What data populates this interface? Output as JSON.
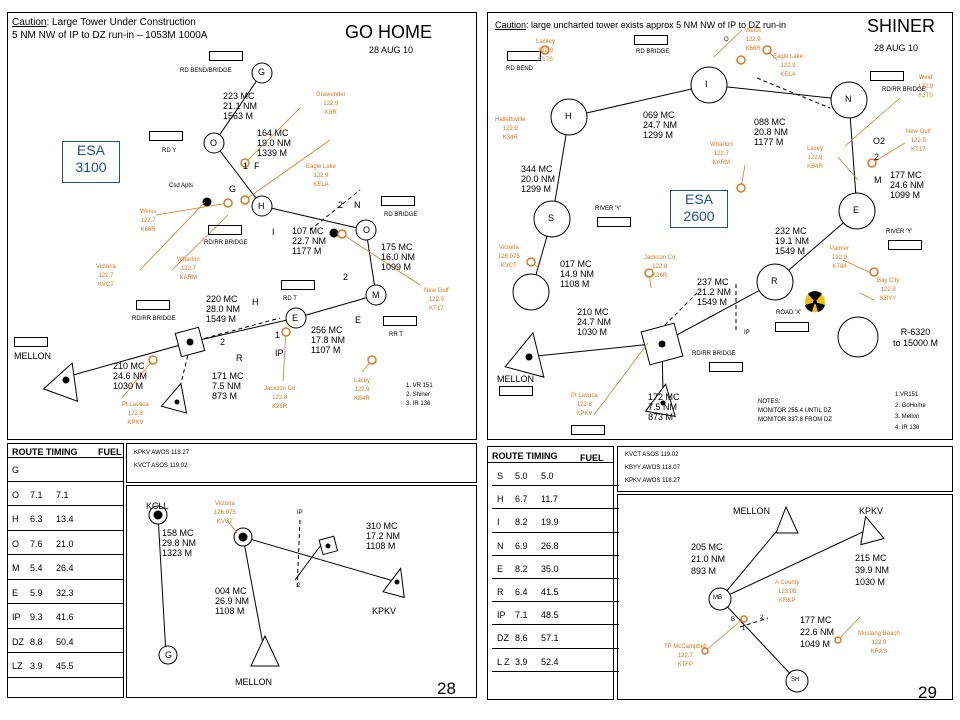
{
  "left": {
    "caution": "Caution",
    "caution_text": ": Large Tower Under Construction",
    "caution_line2": "5 NM NW of IP to DZ run-in – 1053M 1000A",
    "title": "GO HOME",
    "date": "28 AUG 10",
    "esa_label": "ESA",
    "esa_value": "3100",
    "legs": [
      {
        "lines": [
          "223 MC",
          "21.1 NM",
          "1563 M"
        ]
      },
      {
        "lines": [
          "164 MC",
          "19.0 NM",
          "1339 M"
        ]
      },
      {
        "lines": [
          "107 MC",
          "22.7 NM",
          "1177 M"
        ]
      },
      {
        "lines": [
          "175 MC",
          "16.0 NM",
          "1099 M"
        ]
      },
      {
        "lines": [
          "220 MC",
          "28.0 NM",
          "1549 M"
        ]
      },
      {
        "lines": [
          "256 MC",
          "17.8 NM",
          "1107 M"
        ]
      },
      {
        "lines": [
          "210 MC",
          "24.6 NM",
          "1030 M"
        ]
      },
      {
        "lines": [
          "171 MC",
          "7.5 NM",
          "873 M"
        ]
      }
    ],
    "waypoints": {
      "G": "G",
      "O1": "O",
      "H": "H",
      "O2": "O",
      "M": "M",
      "E": "E",
      "R": "R",
      "IP": "IP",
      "N": "N",
      "I": "I",
      "F": "F",
      "two_a": "2",
      "two_b": "2",
      "two_c": "2",
      "one_a": "1",
      "one_b": "1"
    },
    "features": {
      "rd_bend_bridge": "RD BEND/BRIDGE",
      "rd_y": "RD Y",
      "csd_apts": "Csd Apts",
      "rd_bridge": "RD BRIDGE",
      "rd_rr_bridge": "RD/RR BRIDGE",
      "rd_t": "RD T",
      "rd_rr_bridge2": "RD/RR BRIDGE",
      "rr_t": "RR T",
      "mellon": "MELLON"
    },
    "freqs": [
      {
        "name": "Grawunder",
        "freq": "122.9",
        "id": "K6R"
      },
      {
        "name": "Eagle Lake",
        "freq": "122.9",
        "id": "KELA"
      },
      {
        "name": "Weiss",
        "freq": "122.7",
        "id": "K66R"
      },
      {
        "name": "Wharton",
        "freq": "122.7",
        "id": "KARM"
      },
      {
        "name": "Victoria",
        "freq": "122.7",
        "id": "KVCT"
      },
      {
        "name": "New Gulf",
        "freq": "122.9",
        "id": "KT17"
      },
      {
        "name": "Jackson Co",
        "freq": "122.8",
        "id": "K26R"
      },
      {
        "name": "Lacey",
        "freq": "122.9",
        "id": "KB4R"
      },
      {
        "name": "Pt Lavaca",
        "freq": "122.8",
        "id": "KPKV"
      }
    ],
    "routes_note": [
      "1. VR 151",
      "2. Shiner",
      "3. IR 136"
    ],
    "timing_hdr": "ROUTE TIMING",
    "fuel_hdr": "FUEL",
    "timing": [
      {
        "pt": "G",
        "t": "",
        "f": ""
      },
      {
        "pt": "O",
        "t": "7.1",
        "f": "7.1"
      },
      {
        "pt": "H",
        "t": "6.3",
        "f": "13.4"
      },
      {
        "pt": "O",
        "t": "7.6",
        "f": "21.0"
      },
      {
        "pt": "M",
        "t": "5.4",
        "f": "26.4"
      },
      {
        "pt": "E",
        "t": "5.9",
        "f": "32.3"
      },
      {
        "pt": "IP",
        "t": "9.3",
        "f": "41.6"
      },
      {
        "pt": "DZ",
        "t": "8.8",
        "f": "50.4"
      },
      {
        "pt": "LZ",
        "t": "3.9",
        "f": "45.5"
      }
    ],
    "awos": [
      "KPKV AWOS 118.27",
      "KVCT ASOS 119.02"
    ],
    "inset": {
      "kcll": "KCLL",
      "vic": "Victoria",
      "vic_freq": "126.075",
      "vic_id": "KVCT",
      "leg1": [
        "158 MC",
        "29.8 NM",
        "1323 M"
      ],
      "leg2": [
        "004 MC",
        "26.9 NM",
        "1108 M"
      ],
      "leg3": [
        "310 MC",
        "17.2 NM",
        "1108 M"
      ],
      "g": "G",
      "ip": "IP",
      "two": "2",
      "kpkv": "KPKV",
      "mellon": "MELLON"
    },
    "page": "28"
  },
  "right": {
    "caution": "Caution",
    "caution_text": ": large uncharted tower exists approx 5 NM NW of IP to DZ run-in",
    "title": "SHINER",
    "date": "28 AUG 10",
    "esa_label": "ESA",
    "esa_value": "2600",
    "legs": [
      {
        "lines": [
          "069 MC",
          "24.7 NM",
          "1299 M"
        ]
      },
      {
        "lines": [
          "088 MC",
          "20.8 NM",
          "1177 M"
        ]
      },
      {
        "lines": [
          "344 MC",
          "20.0 NM",
          "1299 M"
        ]
      },
      {
        "lines": [
          "177 MC",
          "24.6 NM",
          "1099 M"
        ]
      },
      {
        "lines": [
          "232 MC",
          "19.1 NM",
          "1549 M"
        ]
      },
      {
        "lines": [
          "017 MC",
          "14.9 NM",
          "1108 M"
        ]
      },
      {
        "lines": [
          "237 MC",
          "21.2 NM",
          "1549 M"
        ]
      },
      {
        "lines": [
          "210 MC",
          "24.7 NM",
          "1030 M"
        ]
      },
      {
        "lines": [
          "172 MC",
          "7.5 NM",
          "873 M"
        ]
      }
    ],
    "waypoints": {
      "I": "I",
      "N": "N",
      "H": "H",
      "S": "S",
      "E": "E",
      "R": "R",
      "O2": "O2",
      "two": "2",
      "M": "M",
      "O": "O",
      "IP": "IP"
    },
    "features": {
      "rd_bend": "RD BEND",
      "rd_bridge": "RD BRIDGE",
      "rd_rr_bridge": "RD/RR BRIDGE",
      "river_y": "RIVER 'Y'",
      "river_y2": "RIVER 'Y'",
      "road_x": "ROAD 'X'",
      "rd_rr_bridge2": "RD/RR BRIDGE",
      "mellon": "MELLON"
    },
    "freqs": [
      {
        "name": "Lackey",
        "freq": "122.9",
        "id": "K17S"
      },
      {
        "name": "Weiss",
        "freq": "122.9",
        "id": "K66R"
      },
      {
        "name": "Eagle Lake",
        "freq": "122.9",
        "id": "KELA"
      },
      {
        "name": "Weid",
        "freq": "122.9",
        "id": "K3T0"
      },
      {
        "name": "New Gulf",
        "freq": "122.9",
        "id": "KT17"
      },
      {
        "name": "Hallettsville",
        "freq": "122.9",
        "id": "K34R"
      },
      {
        "name": "Wharton",
        "freq": "122.7",
        "id": "KARM"
      },
      {
        "name": "Lacey",
        "freq": "122.9",
        "id": "KB4R"
      },
      {
        "name": "Victoria",
        "freq": "126.075",
        "id": "KVCT"
      },
      {
        "name": "Jackson Co",
        "freq": "122.8",
        "id": "K26R"
      },
      {
        "name": "Palmer",
        "freq": "122.9",
        "id": "KT84"
      },
      {
        "name": "Bay City",
        "freq": "122.8",
        "id": "KBYY"
      },
      {
        "name": "Pt Lavaca",
        "freq": "122.8",
        "id": "KPKV"
      }
    ],
    "restricted": [
      "R-6320",
      "to 15000 M"
    ],
    "notes": [
      "NOTES:",
      "MONITOR 255.4 UNTIL DZ",
      "MONITOR 337.8 FROM DZ"
    ],
    "routes_note": [
      "1.VR151",
      "2. GoHome",
      "3. Mellon",
      "4. IR 136"
    ],
    "timing_hdr": "ROUTE TIMING",
    "fuel_hdr": "FUEL",
    "timing": [
      {
        "pt": "S",
        "t": "5.0",
        "f": "5.0"
      },
      {
        "pt": "H",
        "t": "6.7",
        "f": "11.7"
      },
      {
        "pt": "I",
        "t": "8.2",
        "f": "19.9"
      },
      {
        "pt": "N",
        "t": "6.9",
        "f": "26.8"
      },
      {
        "pt": "E",
        "t": "8.2",
        "f": "35.0"
      },
      {
        "pt": "R",
        "t": "6.4",
        "f": "41.5"
      },
      {
        "pt": "IP",
        "t": "7.1",
        "f": "48.5"
      },
      {
        "pt": "DZ",
        "t": "8.6",
        "f": "57.1"
      },
      {
        "pt": "L Z",
        "t": "3.9",
        "f": "52.4"
      }
    ],
    "awos": [
      "KVCT ASOS 119.02",
      "KBYY AWOS 118.07",
      "KPKV AWOS 118.27"
    ],
    "inset": {
      "mellon": "MELLON",
      "kpkv": "KPKV",
      "leg1": [
        "205 MC",
        "21.0 NM",
        "893 M"
      ],
      "leg2": [
        "215 MC",
        "39.9 NM",
        "1030 M"
      ],
      "leg3": [
        "177 MC",
        "22.6 NM",
        "1049 M"
      ],
      "acounty": "A County",
      "acounty_freq": "123.05",
      "acounty_id": "KRKP",
      "tpm": "TP McCampbell",
      "tpm_freq": "122.7",
      "tpm_id": "KTFP",
      "mustang": "Mustang Beach",
      "mustang_freq": "122.9",
      "mustang_id": "KRAS",
      "mb": "MB",
      "sh": "SH",
      "b": "B",
      "one": "1",
      "two": "2"
    },
    "page": "29"
  }
}
